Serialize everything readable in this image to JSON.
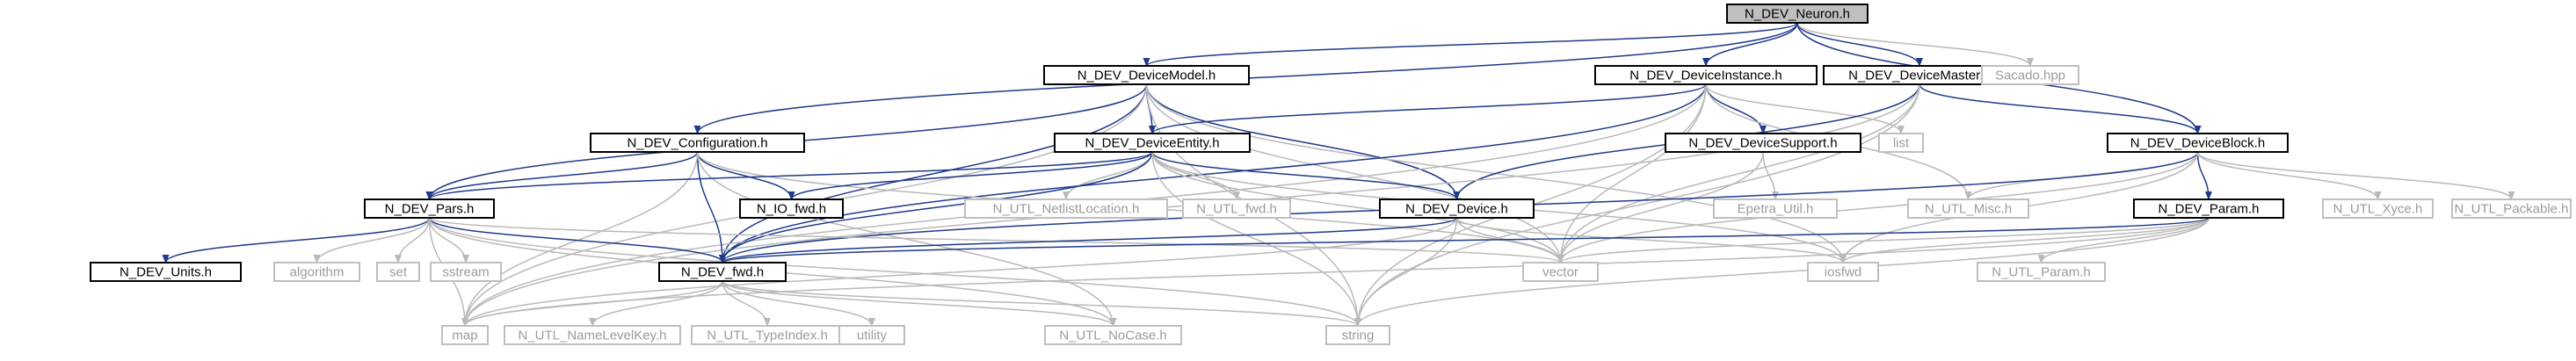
{
  "diagram": {
    "nodes": [
      {
        "id": "neuron",
        "label": "N_DEV_Neuron.h",
        "kind": "root"
      },
      {
        "id": "devicemodel",
        "label": "N_DEV_DeviceModel.h",
        "kind": "documented"
      },
      {
        "id": "deviceinstance",
        "label": "N_DEV_DeviceInstance.h",
        "kind": "documented"
      },
      {
        "id": "devicemaster",
        "label": "N_DEV_DeviceMaster.h",
        "kind": "documented"
      },
      {
        "id": "sacado",
        "label": "Sacado.hpp",
        "kind": "external"
      },
      {
        "id": "configuration",
        "label": "N_DEV_Configuration.h",
        "kind": "documented"
      },
      {
        "id": "deviceentity",
        "label": "N_DEV_DeviceEntity.h",
        "kind": "documented"
      },
      {
        "id": "devicesupport",
        "label": "N_DEV_DeviceSupport.h",
        "kind": "documented"
      },
      {
        "id": "list",
        "label": "list",
        "kind": "external"
      },
      {
        "id": "deviceblock",
        "label": "N_DEV_DeviceBlock.h",
        "kind": "documented"
      },
      {
        "id": "pars",
        "label": "N_DEV_Pars.h",
        "kind": "documented"
      },
      {
        "id": "iofwd_h",
        "label": "N_IO_fwd.h",
        "kind": "documented"
      },
      {
        "id": "netlistlocation",
        "label": "N_UTL_NetlistLocation.h",
        "kind": "external"
      },
      {
        "id": "utlfwd",
        "label": "N_UTL_fwd.h",
        "kind": "external"
      },
      {
        "id": "device",
        "label": "N_DEV_Device.h",
        "kind": "documented"
      },
      {
        "id": "epetrautil",
        "label": "Epetra_Util.h",
        "kind": "external"
      },
      {
        "id": "utlmisc",
        "label": "N_UTL_Misc.h",
        "kind": "external"
      },
      {
        "id": "param",
        "label": "N_DEV_Param.h",
        "kind": "documented"
      },
      {
        "id": "xyce",
        "label": "N_UTL_Xyce.h",
        "kind": "external"
      },
      {
        "id": "packable",
        "label": "N_UTL_Packable.h",
        "kind": "external"
      },
      {
        "id": "units",
        "label": "N_DEV_Units.h",
        "kind": "documented"
      },
      {
        "id": "algorithm",
        "label": "algorithm",
        "kind": "external"
      },
      {
        "id": "set",
        "label": "set",
        "kind": "external"
      },
      {
        "id": "sstream",
        "label": "sstream",
        "kind": "external"
      },
      {
        "id": "devfwd",
        "label": "N_DEV_fwd.h",
        "kind": "documented"
      },
      {
        "id": "vector",
        "label": "vector",
        "kind": "external"
      },
      {
        "id": "iosfwd",
        "label": "iosfwd",
        "kind": "external"
      },
      {
        "id": "utlparam",
        "label": "N_UTL_Param.h",
        "kind": "external"
      },
      {
        "id": "map",
        "label": "map",
        "kind": "external"
      },
      {
        "id": "namelevelkey",
        "label": "N_UTL_NameLevelKey.h",
        "kind": "external"
      },
      {
        "id": "typeindex",
        "label": "N_UTL_TypeIndex.h",
        "kind": "external"
      },
      {
        "id": "utility",
        "label": "utility",
        "kind": "external"
      },
      {
        "id": "nocase",
        "label": "N_UTL_NoCase.h",
        "kind": "external"
      },
      {
        "id": "string",
        "label": "string",
        "kind": "external"
      }
    ],
    "edges": [
      [
        "neuron",
        "devicemodel"
      ],
      [
        "neuron",
        "deviceinstance"
      ],
      [
        "neuron",
        "devicemaster"
      ],
      [
        "neuron",
        "sacado"
      ],
      [
        "neuron",
        "configuration"
      ],
      [
        "neuron",
        "deviceblock"
      ],
      [
        "devicemodel",
        "deviceentity"
      ],
      [
        "devicemodel",
        "pars"
      ],
      [
        "devicemodel",
        "device"
      ],
      [
        "devicemodel",
        "devfwd"
      ],
      [
        "devicemodel",
        "vector"
      ],
      [
        "devicemodel",
        "map"
      ],
      [
        "devicemodel",
        "iosfwd"
      ],
      [
        "devicemodel",
        "string"
      ],
      [
        "deviceinstance",
        "deviceentity"
      ],
      [
        "deviceinstance",
        "devicesupport"
      ],
      [
        "deviceinstance",
        "list"
      ],
      [
        "deviceinstance",
        "utlmisc"
      ],
      [
        "deviceinstance",
        "vector"
      ],
      [
        "deviceinstance",
        "devfwd"
      ],
      [
        "deviceinstance",
        "map"
      ],
      [
        "deviceinstance",
        "string"
      ],
      [
        "devicemaster",
        "deviceblock"
      ],
      [
        "devicemaster",
        "device"
      ],
      [
        "devicemaster",
        "vector"
      ],
      [
        "devicemaster",
        "map"
      ],
      [
        "devicemaster",
        "string"
      ],
      [
        "configuration",
        "pars"
      ],
      [
        "configuration",
        "iofwd_h"
      ],
      [
        "configuration",
        "devfwd"
      ],
      [
        "configuration",
        "map"
      ],
      [
        "configuration",
        "vector"
      ],
      [
        "configuration",
        "nocase"
      ],
      [
        "deviceentity",
        "pars"
      ],
      [
        "deviceentity",
        "iofwd_h"
      ],
      [
        "deviceentity",
        "netlistlocation"
      ],
      [
        "deviceentity",
        "utlfwd"
      ],
      [
        "deviceentity",
        "device"
      ],
      [
        "deviceentity",
        "devfwd"
      ],
      [
        "deviceentity",
        "vector"
      ],
      [
        "deviceentity",
        "string"
      ],
      [
        "deviceentity",
        "iosfwd"
      ],
      [
        "devicesupport",
        "epetrautil"
      ],
      [
        "devicesupport",
        "vector"
      ],
      [
        "deviceblock",
        "utlmisc"
      ],
      [
        "deviceblock",
        "param"
      ],
      [
        "deviceblock",
        "xyce"
      ],
      [
        "deviceblock",
        "packable"
      ],
      [
        "deviceblock",
        "devfwd"
      ],
      [
        "deviceblock",
        "iosfwd"
      ],
      [
        "deviceblock",
        "vector"
      ],
      [
        "pars",
        "units"
      ],
      [
        "pars",
        "algorithm"
      ],
      [
        "pars",
        "set"
      ],
      [
        "pars",
        "sstream"
      ],
      [
        "pars",
        "devfwd"
      ],
      [
        "pars",
        "map"
      ],
      [
        "pars",
        "vector"
      ],
      [
        "pars",
        "string"
      ],
      [
        "pars",
        "nocase"
      ],
      [
        "device",
        "devfwd"
      ],
      [
        "device",
        "vector"
      ],
      [
        "device",
        "string"
      ],
      [
        "device",
        "iosfwd"
      ],
      [
        "device",
        "map"
      ],
      [
        "param",
        "utlparam"
      ],
      [
        "param",
        "vector"
      ],
      [
        "param",
        "string"
      ],
      [
        "param",
        "map"
      ],
      [
        "param",
        "iosfwd"
      ],
      [
        "param",
        "devfwd"
      ],
      [
        "devfwd",
        "map"
      ],
      [
        "devfwd",
        "namelevelkey"
      ],
      [
        "devfwd",
        "typeindex"
      ],
      [
        "devfwd",
        "utility"
      ],
      [
        "devfwd",
        "nocase"
      ],
      [
        "devfwd",
        "string"
      ]
    ],
    "colors": {
      "root_fill": "#bfbfbf",
      "node_fill": "#ffffff",
      "documented_stroke": "#000000",
      "external_stroke": "#bfbfbf",
      "external_text": "#9b9b9b",
      "text": "#000000",
      "edge": "#1f3a8a",
      "edge_grey": "#b9b9b9"
    }
  }
}
